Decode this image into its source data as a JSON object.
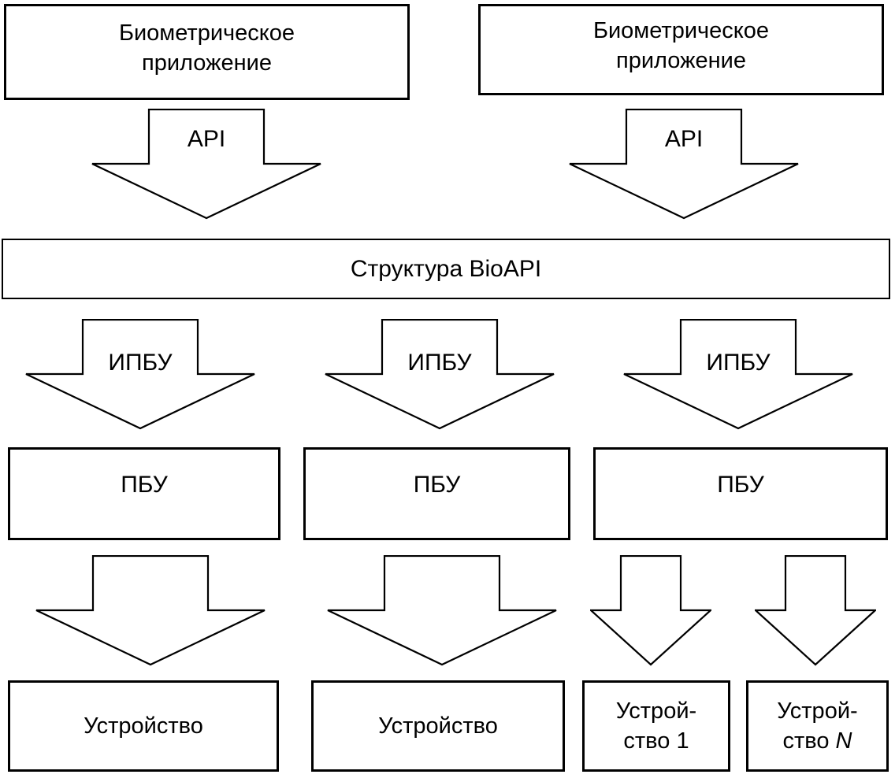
{
  "page": {
    "background": "#ffffff",
    "line_color": "#000000"
  },
  "top_apps": [
    {
      "label": "Биометрическое\nприложение"
    },
    {
      "label": "Биометрическое\nприложение"
    }
  ],
  "api_arrows": [
    {
      "label": "API"
    },
    {
      "label": "API"
    }
  ],
  "framework_box": {
    "label": "Структура BioAPI"
  },
  "ipbu_arrows": [
    {
      "label": "ИПБУ"
    },
    {
      "label": "ИПБУ"
    },
    {
      "label": "ИПБУ"
    }
  ],
  "bsp_boxes": [
    {
      "label": "ПБУ"
    },
    {
      "label": "ПБУ"
    },
    {
      "label": "ПБУ"
    }
  ],
  "device_boxes": [
    {
      "label": "Устройство"
    },
    {
      "label": "Устройство"
    },
    {
      "label": "Устрой-\nство 1"
    },
    {
      "line1": "Устрой-",
      "line2_prefix": "ство ",
      "line2_italic": "N"
    }
  ]
}
